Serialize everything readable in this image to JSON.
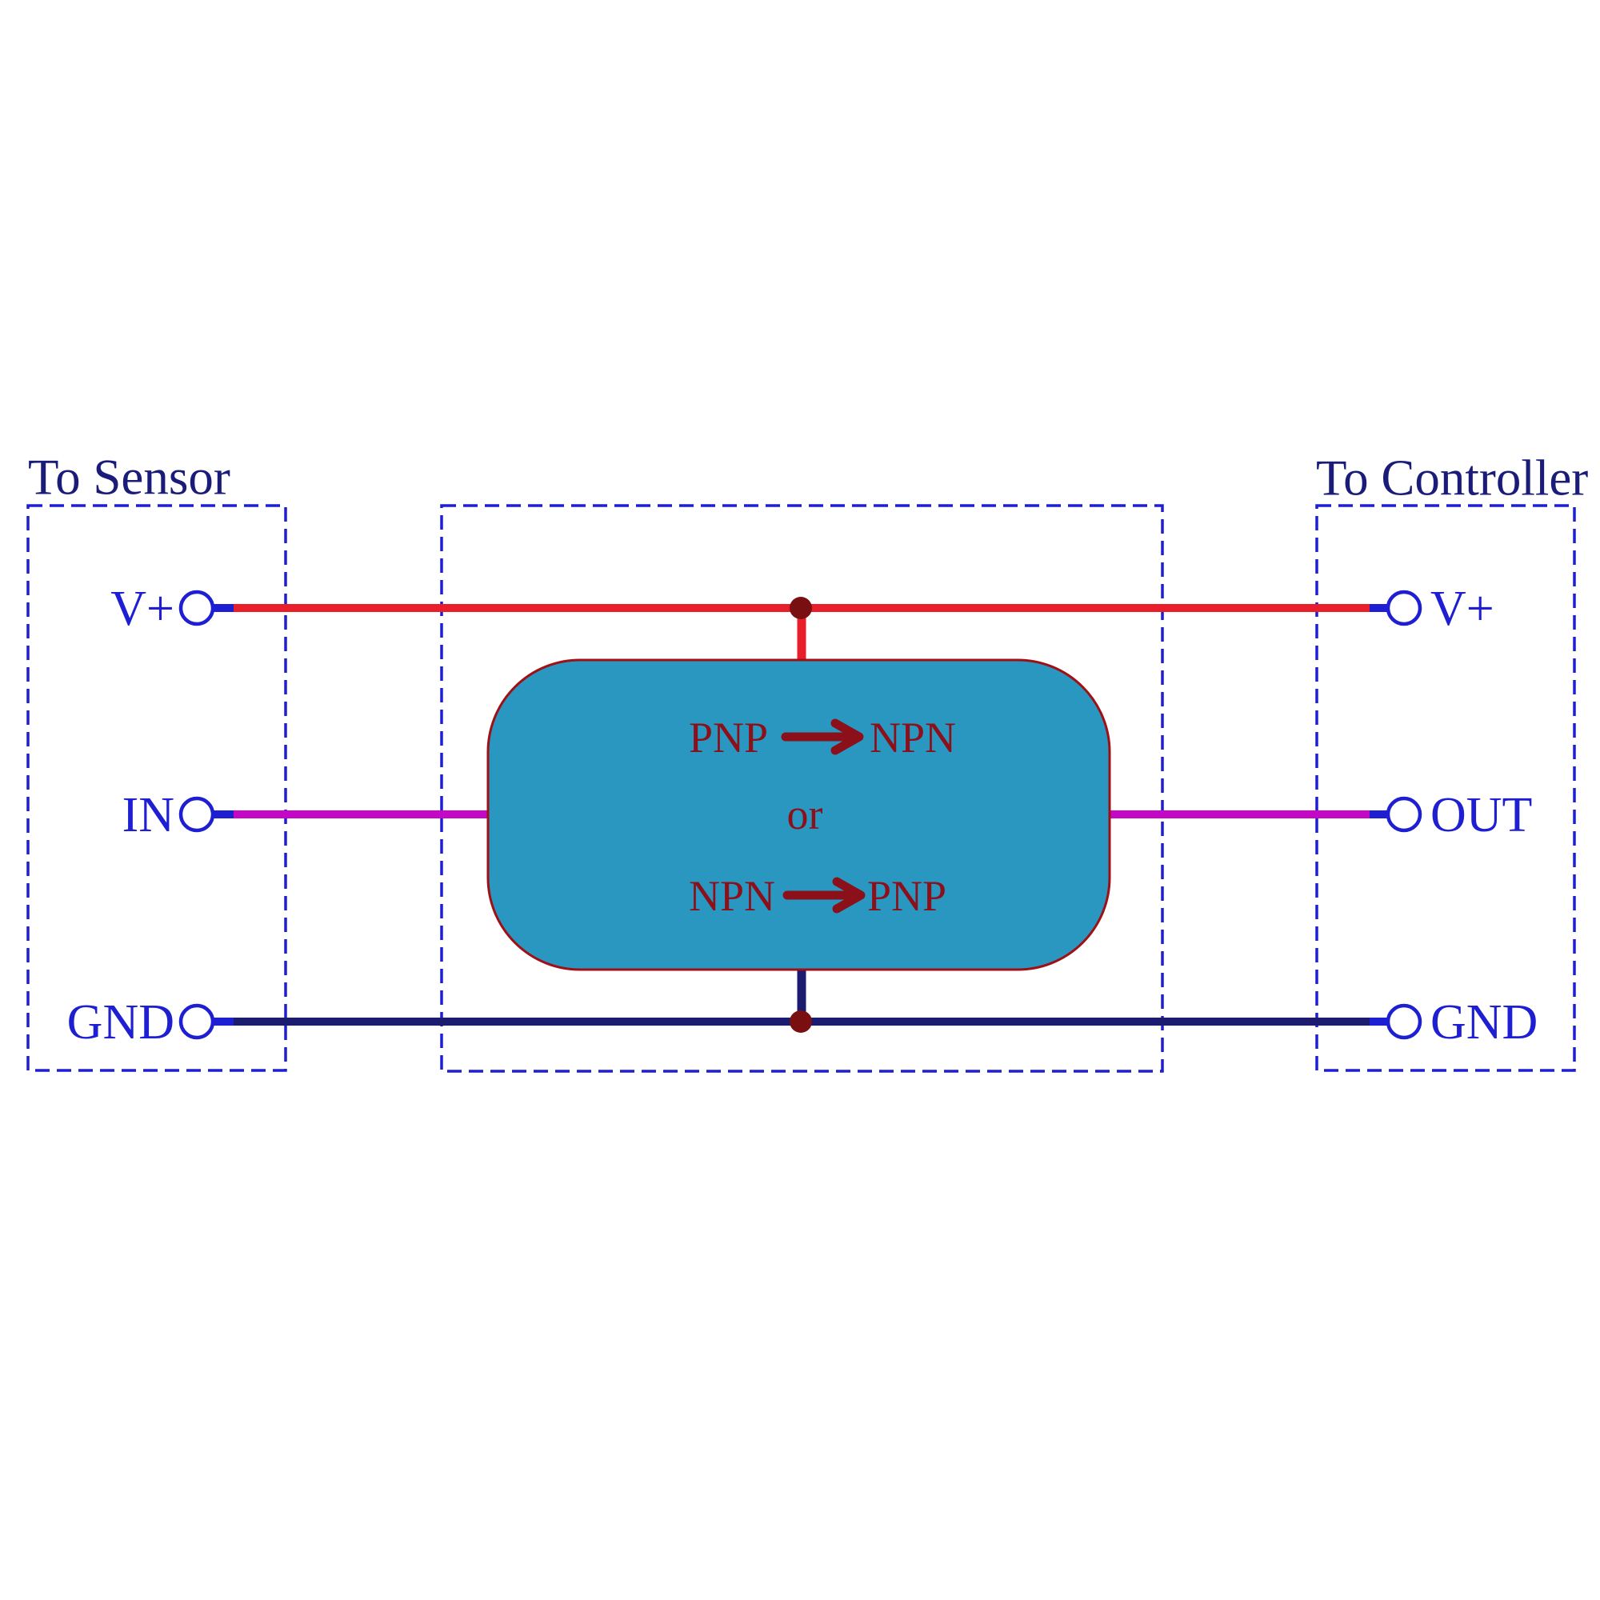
{
  "sensor_side": {
    "title": "To Sensor",
    "v_plus": "V+",
    "input": "IN",
    "gnd": "GND"
  },
  "controller_side": {
    "title": "To Controller",
    "v_plus": "V+",
    "output": "OUT",
    "gnd": "GND"
  },
  "converter_box": {
    "row1_from": "PNP",
    "row1_to": "NPN",
    "or_word": "or",
    "row2_from": "NPN",
    "row2_to": "PNP"
  },
  "colors": {
    "blue": "#1e1ed2",
    "navy-title": "#1b1b7a",
    "wire-red": "#e81e2a",
    "wire-magenta": "#c508c5",
    "wire-navy": "#1b1b70",
    "maroon": "#8c1019",
    "junction": "#7a0f12",
    "box-fill": "#2a97c1",
    "box-border": "#9e1016"
  }
}
